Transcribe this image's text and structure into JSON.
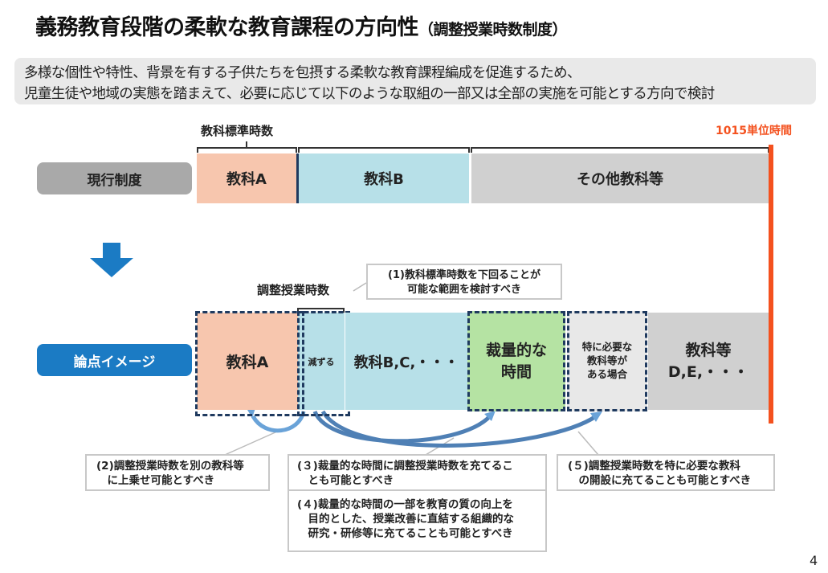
{
  "title": {
    "main": "義務教育段階の柔軟な教育課程の方向性",
    "sub": "（調整授業時数制度）"
  },
  "summary": {
    "line1": "多様な個性や特性、背景を有する子供たちを包摂する柔軟な教育課程編成を促進するため、",
    "line2": "児童生徒や地域の実態を踏まえて、必要に応じて以下のような取組の一部又は全部の実施を可能とする方向で検討"
  },
  "current": {
    "label": "現行制度",
    "standard_hours_label": "教科標準時数",
    "total_label": "1015単位時間",
    "segments": [
      "教科A",
      "教科B",
      "その他教科等"
    ]
  },
  "proposal": {
    "label": "論点イメージ",
    "adjust_label": "調整授業時数",
    "segments": {
      "a": "教科A",
      "reduce": "減ずる",
      "bc": "教科B,C,・・・",
      "discretionary": [
        "裁量的な",
        "時間"
      ],
      "special": [
        "特に必要な",
        "教科等が",
        "ある場合"
      ],
      "de": [
        "教科等",
        "D,E,・・・"
      ]
    }
  },
  "notes": {
    "n1": [
      "(1)教科標準時数を下回ることが",
      "可能な範囲を検討すべき"
    ],
    "n2": [
      "(2)調整授業時数を別の教科等",
      "　に上乗せ可能とすべき"
    ],
    "n3": [
      "(３)裁量的な時間に調整授業時数を充てるこ",
      "　とも可能とすべき"
    ],
    "n4": [
      "(４)裁量的な時間の一部を教育の質の向上を",
      "　目的とした、授業改善に直結する組織的な",
      "　研究・研修等に充てることも可能とすべき"
    ],
    "n5": [
      "(５)調整授業時数を特に必要な教科",
      "　の開設に充てることも可能とすべき"
    ]
  },
  "page_number": "4",
  "colors": {
    "accent_blue": "#1b7bc4",
    "limit_orange": "#f4511e",
    "subject_a": "#f7c6ae",
    "subject_b": "#b7e0e8",
    "other": "#d0d0d0",
    "discretionary": "#b5e3a3",
    "special": "#e8e8e8"
  }
}
